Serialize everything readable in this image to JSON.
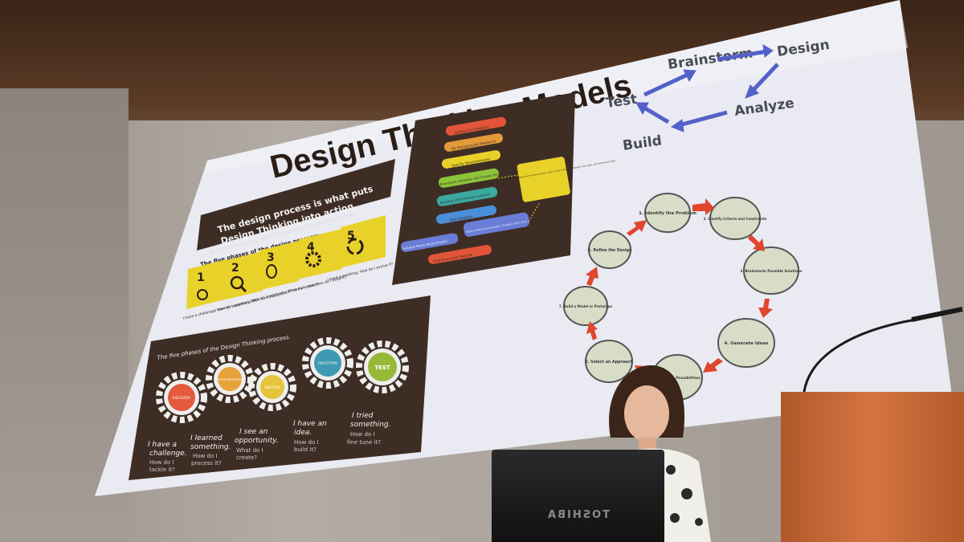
{
  "slide": {
    "title": "Design Thinking Models",
    "panel1": {
      "heading_line1": "The design process is what puts",
      "heading_line2": "Design Thinking into action.",
      "subheading": "It's a structured approach to generating and developing ideas.",
      "phases_label": "The five phases of the design process:",
      "phases": [
        {
          "num": "1",
          "caption": "I have a challenge. How do I approach it?"
        },
        {
          "num": "2",
          "caption": "I learned something. How do I interpret it?"
        },
        {
          "num": "3",
          "caption": "I see an opportunity. What do I create?"
        },
        {
          "num": "4",
          "caption": "I have an idea. How do I build it?"
        },
        {
          "num": "5",
          "caption": "I tried something. How do I evolve it?"
        }
      ]
    },
    "panel2": {
      "steps": [
        "Define the Problem",
        "Do Background Research",
        "Specify Requirements",
        "Brainstorm, Evaluate, and Choose Solution",
        "Develop and Prototype Solution",
        "Test Solution",
        "Solution Meets Requirements",
        "Communicate Results"
      ],
      "side_note": "Based on results and data, make design changes, prototype, test again, and review new data.",
      "fail_note": "Solution Meets Requirements: Partially or Not at All"
    },
    "panel3": {
      "heading": "The five phases of the Design Thinking process.",
      "gears": [
        {
          "label": "DISCOVERY",
          "line1": "I have a",
          "line2": "challenge.",
          "line3": "How do I",
          "line4": "tackle it?",
          "color": "#e35a3c"
        },
        {
          "label": "INTERPRETATION",
          "line1": "I learned",
          "line2": "something.",
          "line3": "How do I",
          "line4": "process it?",
          "color": "#e8a23a"
        },
        {
          "label": "IDEATION",
          "line1": "I see an",
          "line2": "opportunity.",
          "line3": "What do I",
          "line4": "create?",
          "color": "#e6c43a"
        },
        {
          "label": "PROTOTYPE",
          "line1": "I have an",
          "line2": "idea.",
          "line3": "How do I",
          "line4": "build it?",
          "color": "#3e9ab2"
        },
        {
          "label": "TEST",
          "line1": "I tried",
          "line2": "something.",
          "line3": "How do I",
          "line4": "fine tune it?",
          "color": "#98b83a"
        }
      ]
    },
    "cycle": [
      "Brainstorm",
      "Design",
      "Analyze",
      "Build",
      "Test"
    ],
    "process": [
      "1. Identify the Problem",
      "2. Identify Criteria and Constraints",
      "3. Brainstorm Possible Solutions",
      "4. Generate Ideas",
      "5. Explore Possibilities",
      "6. Select an Approach",
      "7. Build a Model or Prototype",
      "8. Refine the Design"
    ]
  },
  "laptop_brand": "TOSHIBA",
  "colors": {
    "screen_bg": "#e9eaf2",
    "panel_brown": "#3e2d24",
    "phase_yellow": "#e8d22a",
    "arrow_blue": "#5560c8",
    "arrow_red": "#e0462c",
    "node_fill": "#d8ddc8"
  }
}
